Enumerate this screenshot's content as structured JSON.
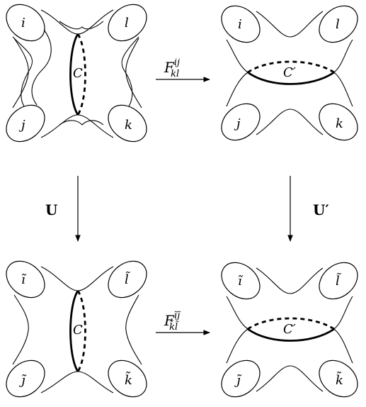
{
  "surfaces": [
    {
      "id": "top-left",
      "boundary_labels": [
        "i",
        "l",
        "j",
        "k"
      ],
      "curve": {
        "label": "C",
        "orientation": "vertical"
      }
    },
    {
      "id": "top-right",
      "boundary_labels": [
        "i",
        "l",
        "j",
        "k"
      ],
      "curve": {
        "label": "C′",
        "orientation": "horizontal"
      }
    },
    {
      "id": "bottom-left",
      "boundary_labels": [
        "ĩ",
        "l̃",
        "j̃",
        "k̃"
      ],
      "curve": {
        "label": "C",
        "orientation": "vertical"
      }
    },
    {
      "id": "bottom-right",
      "boundary_labels": [
        "ĩ",
        "l̃",
        "j̃",
        "k̃"
      ],
      "curve": {
        "label": "C′",
        "orientation": "horizontal"
      }
    }
  ],
  "arrows": {
    "top": {
      "base": "F",
      "sup": "ij",
      "sub": "kl"
    },
    "bottom": {
      "base": "F",
      "sup": "ĩj̃",
      "sub": "k̃l̃"
    },
    "left": {
      "label": "U"
    },
    "right": {
      "label": "U′"
    }
  },
  "colors": {
    "stroke": "#000000",
    "background": "#ffffff"
  }
}
